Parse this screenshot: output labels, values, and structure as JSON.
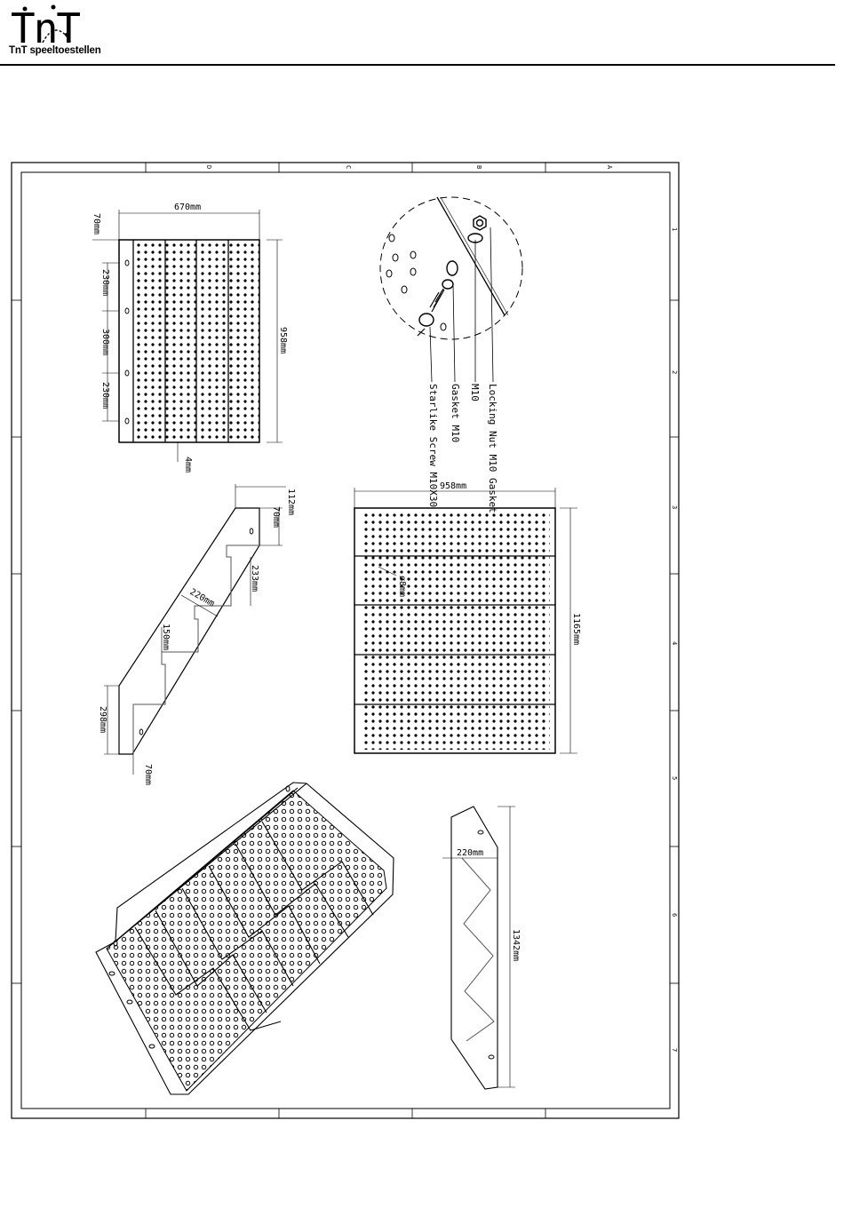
{
  "header": {
    "brand_name": "TnT speeltoestellen",
    "logo_letters": "TnT"
  },
  "frame": {
    "column_letters": [
      "D",
      "C",
      "B",
      "A"
    ],
    "row_numbers": [
      "1",
      "2",
      "3",
      "4",
      "5",
      "6",
      "7"
    ]
  },
  "views": {
    "top_view": {
      "width": "670mm",
      "depth": "958mm",
      "offset": "70mm",
      "spacing_1": "230mm",
      "spacing_2": "300mm",
      "spacing_3": "230mm",
      "thickness": "4mm"
    },
    "side_view": {
      "top_offset": "112mm",
      "top_height": "70mm",
      "rise": "233mm",
      "tread": "220mm",
      "step_height": "150mm",
      "bottom_height": "298mm",
      "bottom_offset": "70mm"
    },
    "front_view": {
      "width": "958mm",
      "height": "1165mm",
      "hole_diameter": "ø8mm"
    },
    "stringer": {
      "depth": "220mm",
      "length": "1342mm"
    },
    "detail": {
      "labels": [
        "Locking Nut M10 Gasket",
        "M10",
        "Gasket M10",
        "Starlike Screw M10X30"
      ]
    }
  },
  "colors": {
    "line": "#000000",
    "step_line": "#555555"
  }
}
